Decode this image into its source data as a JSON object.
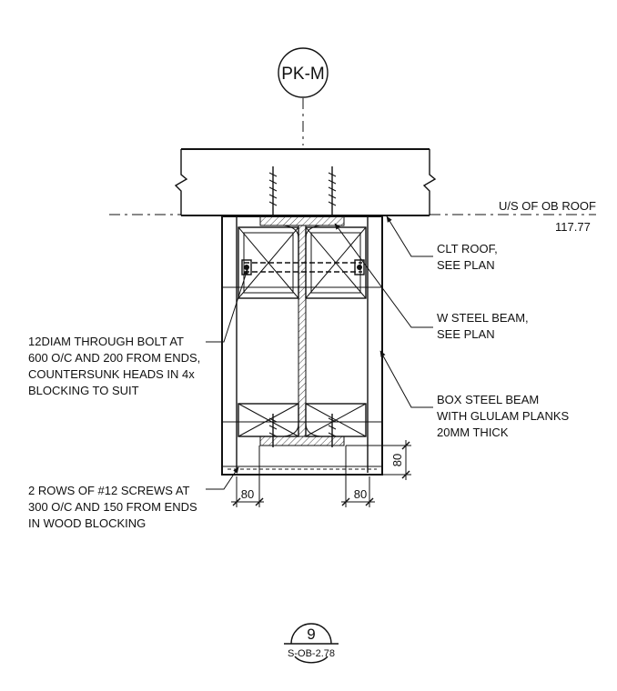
{
  "grid_bubble": {
    "label": "PK-M"
  },
  "level_marker": {
    "label": "U/S OF OB ROOF",
    "elevation": "117.77"
  },
  "notes": {
    "clt_roof": [
      "CLT ROOF,",
      "SEE PLAN"
    ],
    "w_beam": [
      "W STEEL BEAM,",
      "SEE PLAN"
    ],
    "box_beam": [
      "BOX STEEL BEAM",
      "WITH GLULAM PLANKS",
      "20MM THICK"
    ],
    "through_bolt": [
      "12DIAM THROUGH BOLT AT",
      "600 O/C AND 200 FROM ENDS,",
      "COUNTERSUNK HEADS IN 4x",
      "BLOCKING TO SUIT"
    ],
    "screws": [
      "2 ROWS OF #12 SCREWS AT",
      "300 O/C AND 150 FROM ENDS",
      "IN WOOD BLOCKING"
    ]
  },
  "dimensions": {
    "left_width": "80",
    "right_width": "80",
    "height": "80"
  },
  "detail_tag": {
    "number": "9",
    "sheet": "S-OB-2.78"
  }
}
